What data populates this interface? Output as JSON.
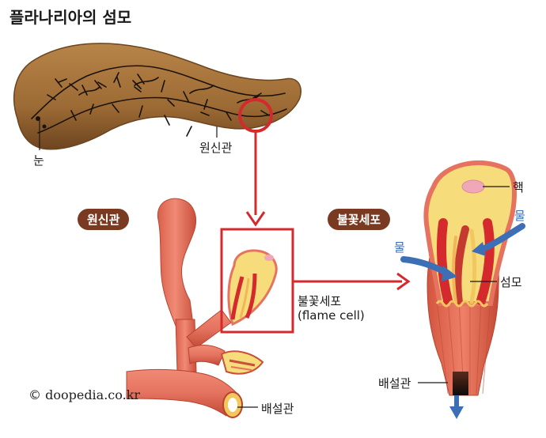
{
  "title": "플라나리아의 섬모",
  "labels": {
    "eye": "눈",
    "protonephridia_top": "원신관",
    "protonephridia_badge": "원신관",
    "flame_cell_badge": "불꽃세포",
    "flame_cell_ko": "불꽃세포",
    "flame_cell_en": "(flame cell)",
    "nucleus": "핵",
    "water_right": "물",
    "water_left": "물",
    "cilia": "섬모",
    "excretory_duct_right": "배설관",
    "excretory_duct_left": "배설관"
  },
  "credit": {
    "symbol": "©",
    "text": "doopedia.co.kr"
  },
  "colors": {
    "worm_body": "#9c6a34",
    "worm_network": "#1a120b",
    "highlight_red": "#d42a2e",
    "tube_salmon": "#e5735f",
    "tube_dark": "#c9503c",
    "cell_yellow": "#f6dc7a",
    "badge_brown": "#7a3a22",
    "water_arrow": "#3c6fb5"
  }
}
